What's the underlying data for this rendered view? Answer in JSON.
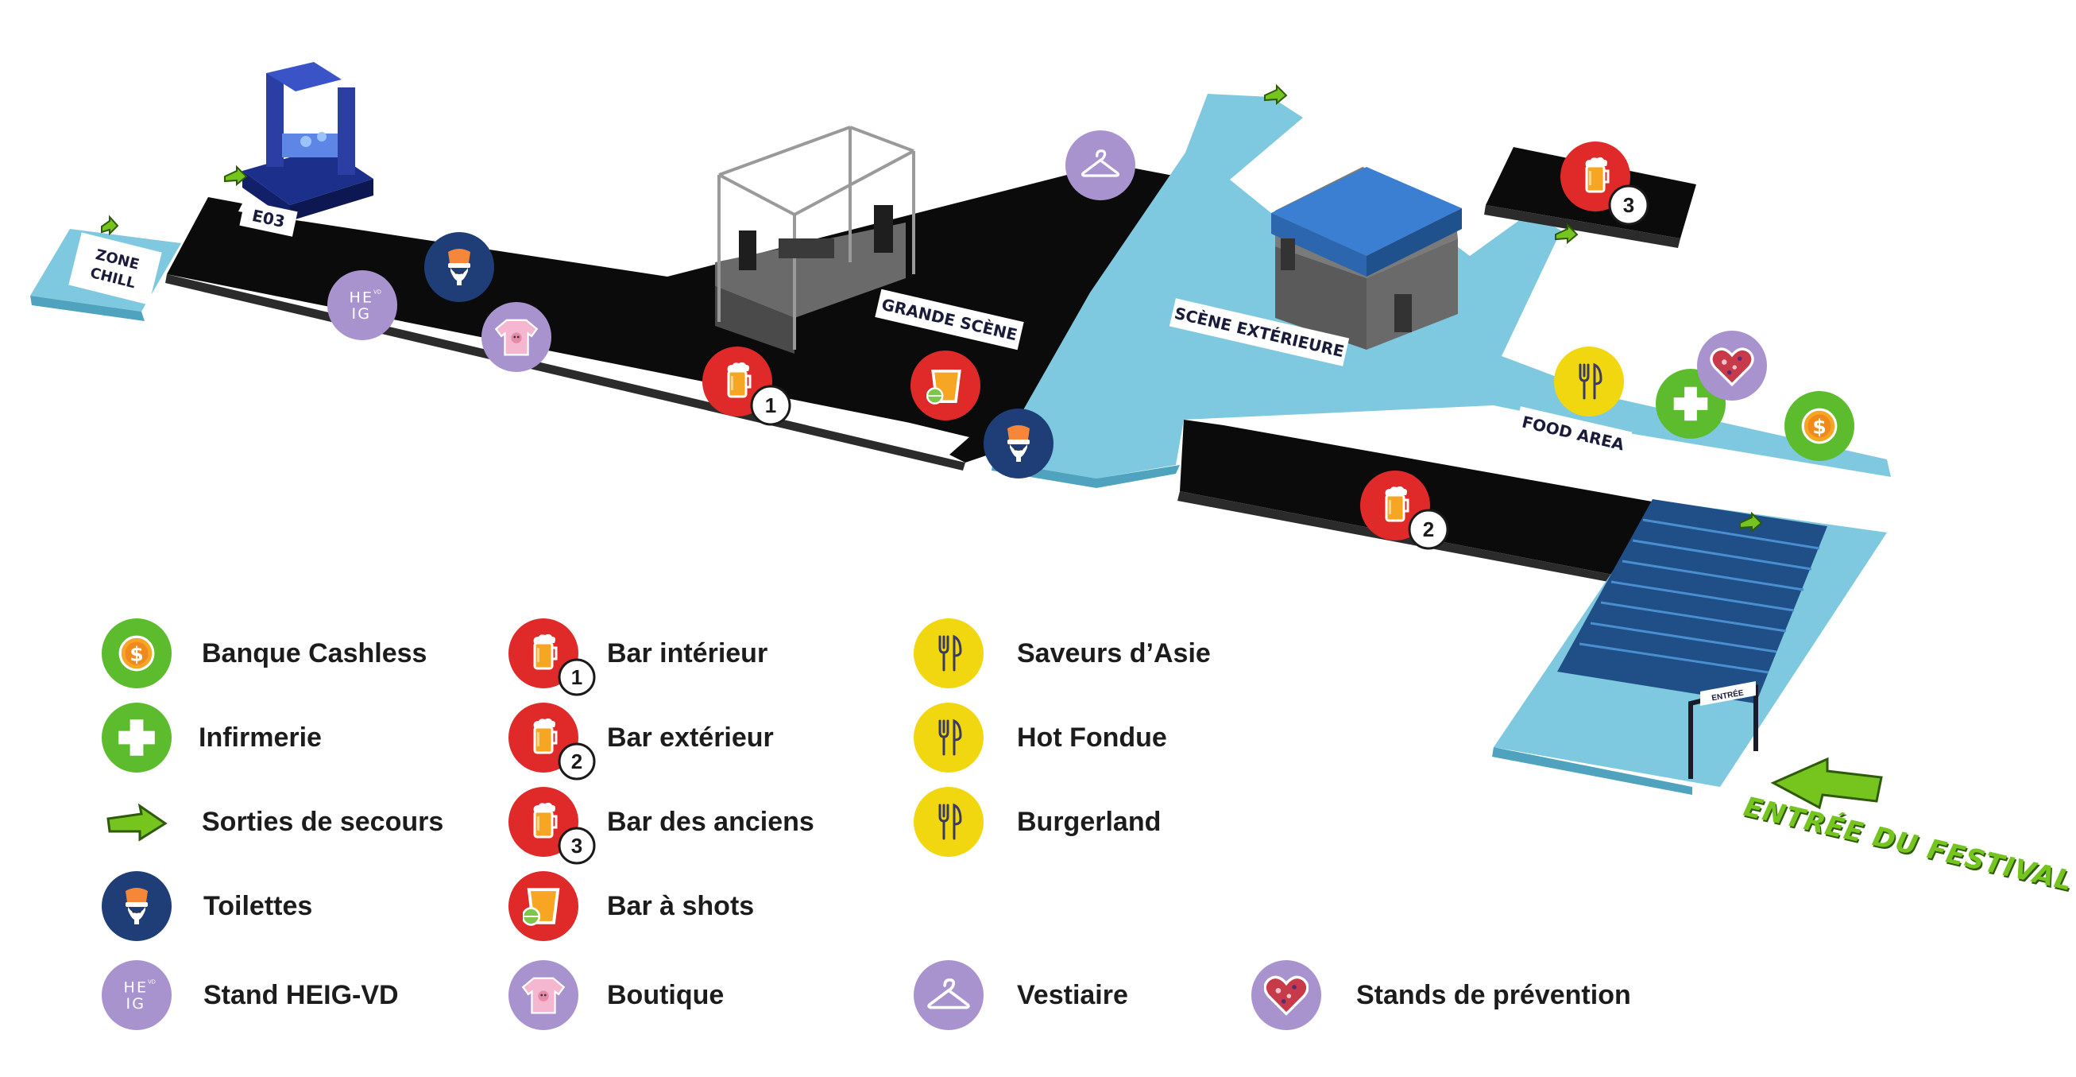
{
  "map": {
    "zones": {
      "zone_chill": "ZONE\nCHILL",
      "zone_chill_l1": "ZONE",
      "zone_chill_l2": "CHILL",
      "e03": "E03",
      "grande_scene": "GRANDE SCÈNE",
      "scene_exterieure": "SCÈNE EXTÉRIEURE",
      "food_area": "FOOD AREA",
      "entree_sign": "ENTRÉE"
    },
    "bar_numbers": [
      "1",
      "2",
      "3"
    ],
    "entrance_label": "ENTRÉE DU FESTIVAL",
    "colors": {
      "floor_dark": "#0b0b0b",
      "floor_light": "#7ec9df",
      "floor_light_edge": "#4fa3be",
      "stairs": "#1f4f86",
      "bar_red": "#e02a2a",
      "cashless_green": "#5dbb2e",
      "food_yellow": "#f1d70f",
      "toilet_blue": "#1f3e78",
      "lilac": "#a893cf",
      "arrow_green": "#76c51f"
    }
  },
  "legend": [
    {
      "id": "cashless",
      "label": "Banque Cashless",
      "icon": "dollar-coin-icon"
    },
    {
      "id": "infirmerie",
      "label": "Infirmerie",
      "icon": "medical-cross-icon"
    },
    {
      "id": "secours",
      "label": "Sorties de secours",
      "icon": "emergency-exit-arrow-icon"
    },
    {
      "id": "toilettes",
      "label": "Toilettes",
      "icon": "toilet-icon"
    },
    {
      "id": "heig",
      "label": "Stand HEIG-VD",
      "icon": "heig-logo-icon",
      "logo_line1": "HE",
      "logo_line2": "IG",
      "logo_sup": "VD"
    },
    {
      "id": "bar1",
      "label": "Bar intérieur",
      "icon": "beer-glass-icon",
      "num": "1"
    },
    {
      "id": "bar2",
      "label": "Bar extérieur",
      "icon": "beer-glass-icon",
      "num": "2"
    },
    {
      "id": "bar3",
      "label": "Bar des anciens",
      "icon": "beer-glass-icon",
      "num": "3"
    },
    {
      "id": "shots",
      "label": "Bar à shots",
      "icon": "shot-glass-icon"
    },
    {
      "id": "boutique",
      "label": "Boutique",
      "icon": "sweater-icon"
    },
    {
      "id": "asie",
      "label": "Saveurs d’Asie",
      "icon": "fork-knife-icon"
    },
    {
      "id": "fondue",
      "label": "Hot Fondue",
      "icon": "fork-knife-icon"
    },
    {
      "id": "burger",
      "label": "Burgerland",
      "icon": "fork-knife-icon"
    },
    {
      "id": "vestiaire",
      "label": "Vestiaire",
      "icon": "coat-hanger-icon"
    },
    {
      "id": "prevention",
      "label": "Stands de prévention",
      "icon": "heart-icon"
    }
  ]
}
